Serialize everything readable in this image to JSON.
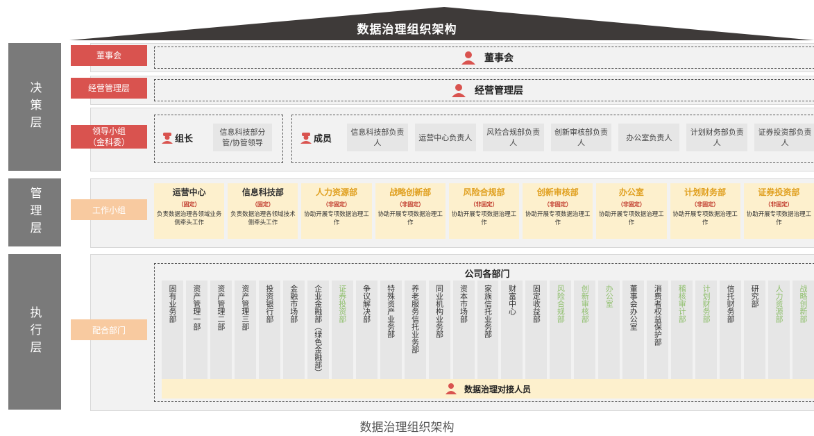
{
  "title": "数据治理组织架构",
  "caption": "数据治理组织架构",
  "layers": {
    "decision": "决策层",
    "management": "管理层",
    "execution": "执行层"
  },
  "board": {
    "tag": "董事会",
    "label": "董事会"
  },
  "exec_mgmt": {
    "tag": "经营管理层",
    "label": "经营管理层"
  },
  "leading_group": {
    "tag_line1": "领导小组",
    "tag_line2": "（金科委）",
    "leader_label": "组长",
    "leader_box": "信息科技部分管/协管领导",
    "member_label": "成员",
    "members": [
      "信息科技部负责人",
      "运营中心负责人",
      "风险合规部负责人",
      "创新审核部负责人",
      "办公室负责人",
      "计划财务部负责人",
      "证券投资部负责人"
    ]
  },
  "work_group": {
    "tag": "工作小组",
    "departments": [
      {
        "name": "运营中心",
        "role": "（固定）",
        "desc": "负责数据治理各领域业务侧牵头工作",
        "color": "#333333"
      },
      {
        "name": "信息科技部",
        "role": "（固定）",
        "desc": "负责数据治理各领域技术侧牵头工作",
        "color": "#333333"
      },
      {
        "name": "人力资源部",
        "role": "（非固定）",
        "desc": "协助开展专项数据治理工作",
        "color": "#e0a020"
      },
      {
        "name": "战略创新部",
        "role": "（非固定）",
        "desc": "协助开展专项数据治理工作",
        "color": "#e0a020"
      },
      {
        "name": "风险合规部",
        "role": "（非固定）",
        "desc": "协助开展专项数据治理工作",
        "color": "#e0a020"
      },
      {
        "name": "创新审核部",
        "role": "（非固定）",
        "desc": "协助开展专项数据治理工作",
        "color": "#e0a020"
      },
      {
        "name": "办公室",
        "role": "（非固定）",
        "desc": "协助开展专项数据治理工作",
        "color": "#e0a020"
      },
      {
        "name": "计划财务部",
        "role": "（非固定）",
        "desc": "协助开展专项数据治理工作",
        "color": "#e0a020"
      },
      {
        "name": "证券投资部",
        "role": "（非固定）",
        "desc": "协助开展专项数据治理工作",
        "color": "#e0a020"
      }
    ]
  },
  "cooperating": {
    "tag": "配合部门",
    "box_title": "公司各部门",
    "footer": "数据治理对接人员",
    "columns": [
      {
        "name": "固有业务部",
        "green": false
      },
      {
        "name": "资产管理一部",
        "green": false
      },
      {
        "name": "资产管理二部",
        "green": false
      },
      {
        "name": "资产管理三部",
        "green": false
      },
      {
        "name": "投资银行部",
        "green": false
      },
      {
        "name": "金融市场部",
        "green": false
      },
      {
        "name": "企业金融部（绿色金融部）",
        "green": false
      },
      {
        "name": "证券投资部",
        "green": true
      },
      {
        "name": "争议解决部",
        "green": false
      },
      {
        "name": "特殊资产业务部",
        "green": false
      },
      {
        "name": "养老服务信托业务部",
        "green": false
      },
      {
        "name": "同业机构业务部",
        "green": false
      },
      {
        "name": "资本市场部",
        "green": false
      },
      {
        "name": "家族信托业务部",
        "green": false
      },
      {
        "name": "财富中心",
        "green": false
      },
      {
        "name": "固定收益部",
        "green": false
      },
      {
        "name": "风险合规部",
        "green": true
      },
      {
        "name": "创新审核部",
        "green": true
      },
      {
        "name": "办公室",
        "green": true
      },
      {
        "name": "董事会办公室",
        "green": false
      },
      {
        "name": "消费者权益保护部",
        "green": false
      },
      {
        "name": "稽核审计部",
        "green": true
      },
      {
        "name": "计划财务部",
        "green": true
      },
      {
        "name": "信托财务部",
        "green": false
      },
      {
        "name": "研究部",
        "green": false
      },
      {
        "name": "人力资源部",
        "green": true
      },
      {
        "name": "战略创新部",
        "green": true
      }
    ]
  },
  "colors": {
    "roof": "#3e3a39",
    "layer_bar": "#7a7a7a",
    "red": "#d9534f",
    "peach": "#f8caa0",
    "card": "#fdf0cd",
    "green_text": "#8fbf6c",
    "icon_red": "#d9534f"
  }
}
